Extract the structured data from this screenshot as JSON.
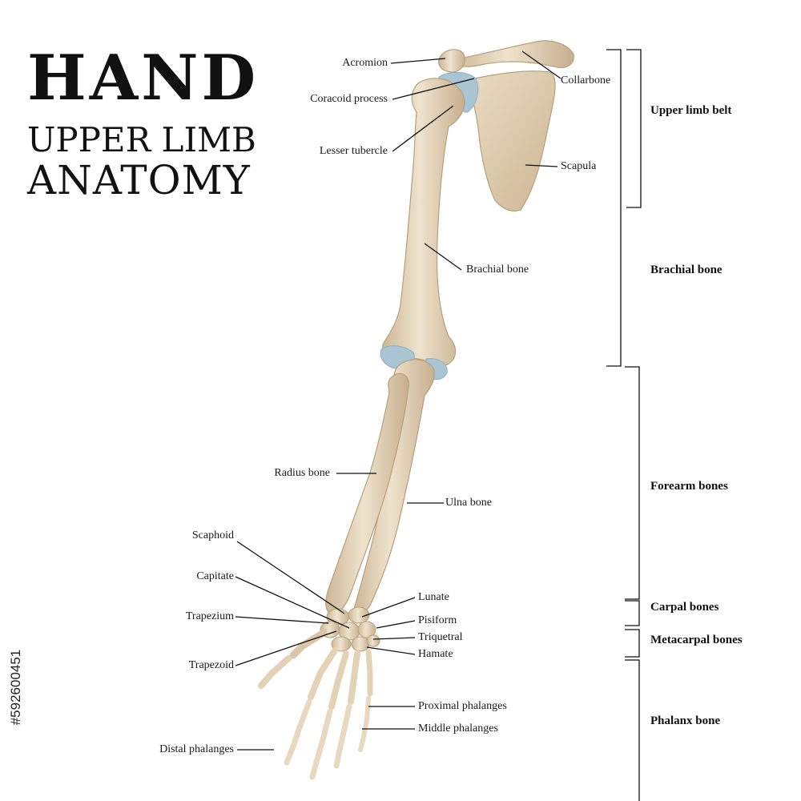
{
  "title": {
    "line1": "HAND",
    "line2": "UPPER LIMB",
    "line3": "ANATOMY"
  },
  "labels": {
    "acromion": "Acromion",
    "coracoid": "Coracoid process",
    "lesser_tubercle": "Lesser tubercle",
    "collarbone": "Collarbone",
    "scapula": "Scapula",
    "brachial_bone": "Brachial bone",
    "radius": "Radius bone",
    "ulna": "Ulna bone",
    "scaphoid": "Scaphoid",
    "capitate": "Capitate",
    "trapezium": "Trapezium",
    "trapezoid": "Trapezoid",
    "lunate": "Lunate",
    "pisiform": "Pisiform",
    "triquetral": "Triquetral",
    "hamate": "Hamate",
    "proximal": "Proximal phalanges",
    "middle": "Middle phalanges",
    "distal": "Distal phalanges"
  },
  "sections": {
    "upper_limb_belt": "Upper limb belt",
    "brachial": "Brachial bone",
    "forearm": "Forearm bones",
    "carpal": "Carpal bones",
    "metacarpal": "Metacarpal bones",
    "phalanx": "Phalanx bone"
  },
  "stock_id": "#592600451",
  "colors": {
    "bone": "#e3d2b6",
    "bone_shade": "#c9b293",
    "cartilage": "#a9c4d3",
    "line": "#111111"
  }
}
